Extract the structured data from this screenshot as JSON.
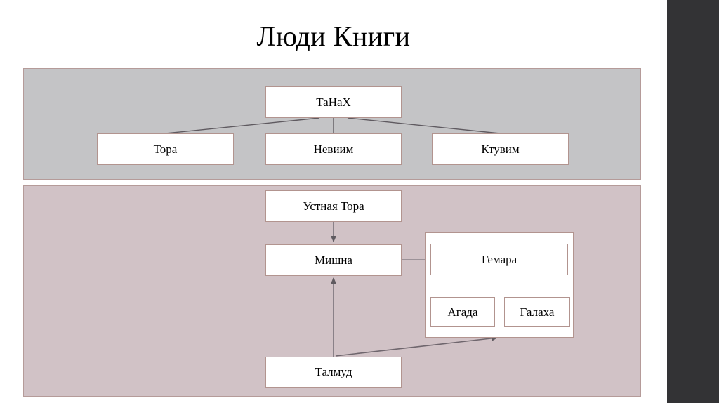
{
  "slide": {
    "title": "Люди Книги",
    "background_color": "#ffffff",
    "sidebar_color": "#333335"
  },
  "panels": {
    "tanakh": {
      "name": "tanakh-panel",
      "background_color": "#c4c4c6",
      "border_color": "#b59b99"
    },
    "oral_torah": {
      "name": "oral-torah-panel",
      "background_color": "#d1c2c6",
      "border_color": "#b59b99"
    }
  },
  "nodes": {
    "tanakh": "ТаНаХ",
    "torah": "Тора",
    "neviim": "Невиим",
    "ktuvim": "Ктувим",
    "oral_torah": "Устная Тора",
    "mishna": "Мишна",
    "gemara": "Гемара",
    "agada": "Агада",
    "halakha": "Галаха",
    "talmud": "Талмуд"
  },
  "style": {
    "node_fill": "#ffffff",
    "node_border": "#b2948f",
    "connector_color": "#5f5a60",
    "text_color": "#000000"
  },
  "connections": [
    {
      "from": "ТаНаХ",
      "to": "Тора",
      "type": "line"
    },
    {
      "from": "ТаНаХ",
      "to": "Невиим",
      "type": "line"
    },
    {
      "from": "ТаНаХ",
      "to": "Ктувим",
      "type": "line"
    },
    {
      "from": "Устная Тора",
      "to": "Мишна",
      "type": "arrow"
    },
    {
      "from": "Мишна",
      "to": "Гемара",
      "type": "line"
    },
    {
      "from": "Гемара",
      "to": "Агада",
      "type": "line"
    },
    {
      "from": "Гемара",
      "to": "Галаха",
      "type": "line"
    },
    {
      "from": "Талмуд",
      "to": "Мишна",
      "type": "arrow"
    },
    {
      "from": "Талмуд",
      "to": "Гемара",
      "type": "arrow"
    }
  ]
}
